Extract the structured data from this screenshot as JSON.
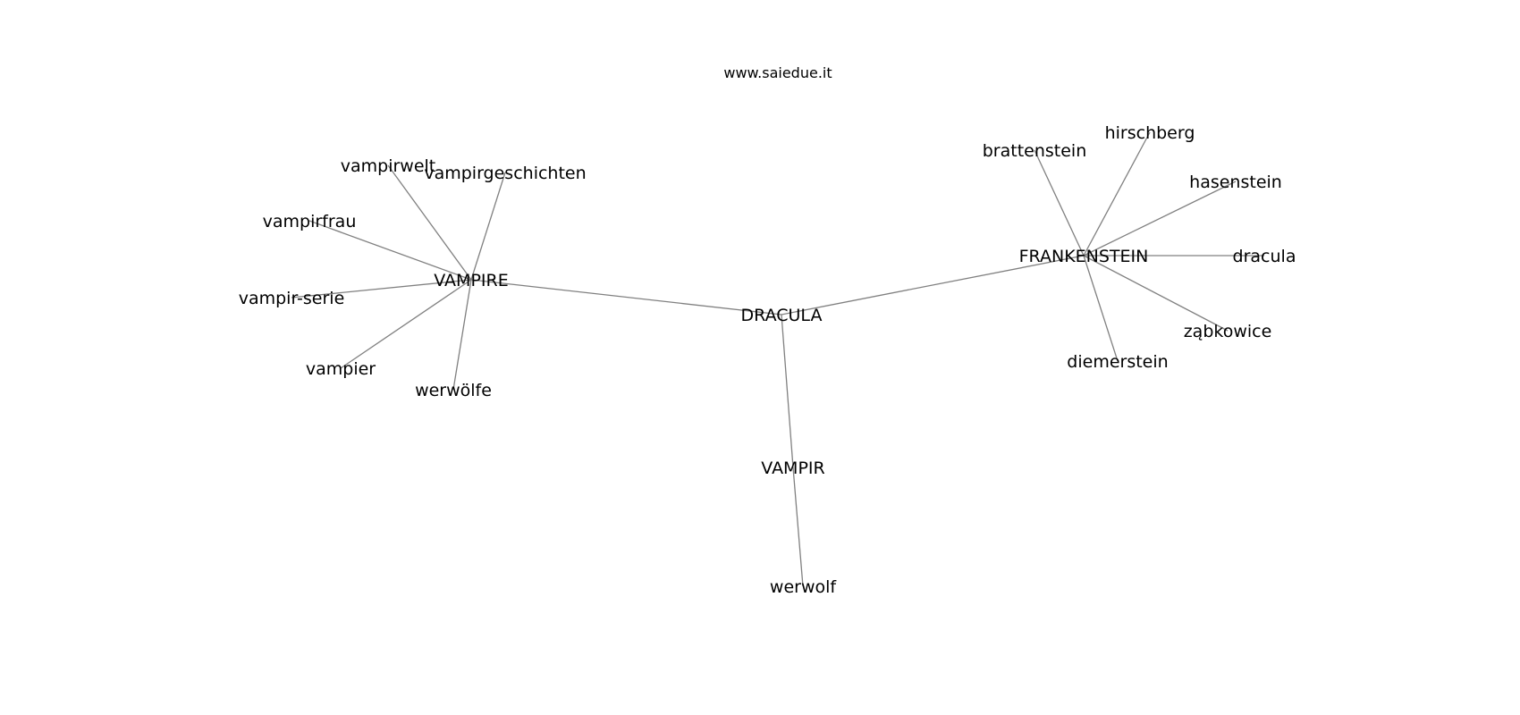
{
  "header": {
    "site": "www.saiedue.it"
  },
  "graph": {
    "nodes": [
      {
        "id": "DRACULA",
        "label": "DRACULA"
      },
      {
        "id": "VAMPIRE",
        "label": "VAMPIRE"
      },
      {
        "id": "FRANKENSTEIN",
        "label": "FRANKENSTEIN"
      },
      {
        "id": "VAMPIR",
        "label": "VAMPIR"
      },
      {
        "id": "vampirwelt",
        "label": "vampirwelt"
      },
      {
        "id": "vampirgeschichten",
        "label": "vampirgeschichten"
      },
      {
        "id": "vampirfrau",
        "label": "vampirfrau"
      },
      {
        "id": "vampir-serie",
        "label": "vampir-serie"
      },
      {
        "id": "vampier",
        "label": "vampier"
      },
      {
        "id": "werwölfe",
        "label": "werwölfe"
      },
      {
        "id": "werwolf",
        "label": "werwolf"
      },
      {
        "id": "brattenstein",
        "label": "brattenstein"
      },
      {
        "id": "hirschberg",
        "label": "hirschberg"
      },
      {
        "id": "hasenstein",
        "label": "hasenstein"
      },
      {
        "id": "dracula",
        "label": "dracula"
      },
      {
        "id": "ząbkowice",
        "label": "ząbkowice"
      },
      {
        "id": "diemerstein",
        "label": "diemerstein"
      }
    ],
    "edges": [
      [
        "DRACULA",
        "VAMPIRE"
      ],
      [
        "DRACULA",
        "FRANKENSTEIN"
      ],
      [
        "DRACULA",
        "VAMPIR"
      ],
      [
        "VAMPIR",
        "werwolf"
      ],
      [
        "VAMPIRE",
        "vampirwelt"
      ],
      [
        "VAMPIRE",
        "vampirgeschichten"
      ],
      [
        "VAMPIRE",
        "vampirfrau"
      ],
      [
        "VAMPIRE",
        "vampir-serie"
      ],
      [
        "VAMPIRE",
        "vampier"
      ],
      [
        "VAMPIRE",
        "werwölfe"
      ],
      [
        "FRANKENSTEIN",
        "brattenstein"
      ],
      [
        "FRANKENSTEIN",
        "hirschberg"
      ],
      [
        "FRANKENSTEIN",
        "hasenstein"
      ],
      [
        "FRANKENSTEIN",
        "dracula"
      ],
      [
        "FRANKENSTEIN",
        "ząbkowice"
      ],
      [
        "FRANKENSTEIN",
        "diemerstein"
      ]
    ]
  }
}
